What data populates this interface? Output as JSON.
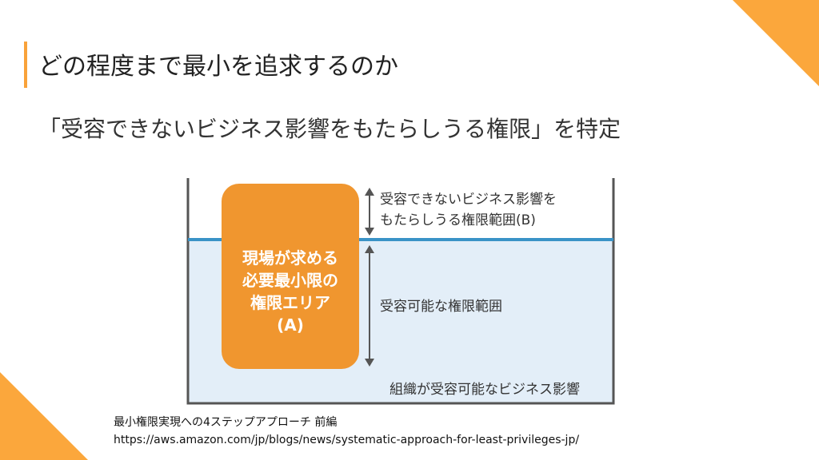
{
  "title": "どの程度まで最小を追求するのか",
  "subtitle": "「受容できないビジネス影響をもたらしうる権限」を特定",
  "diagram": {
    "box_a_lines": [
      "現場が求める",
      "必要最小限の",
      "権限エリア",
      "(A)"
    ],
    "upper_range_lines": [
      "受容できないビジネス影響を",
      "もたらしうる権限範囲(B)"
    ],
    "lower_range_label": "受容可能な権限範囲",
    "bottom_label": "組織が受容可能なビジネス影響"
  },
  "caption": {
    "line1": "最小権限実現への4ステップアプローチ 前編",
    "line2": "https://aws.amazon.com/jp/blogs/news/systematic-approach-for-least-privileges-jp/"
  },
  "colors": {
    "accent": "#FBA73C",
    "box_a": "#F0962F",
    "water": "#E3EEF8",
    "water_line": "#3A93C7",
    "arrow": "#555555"
  }
}
